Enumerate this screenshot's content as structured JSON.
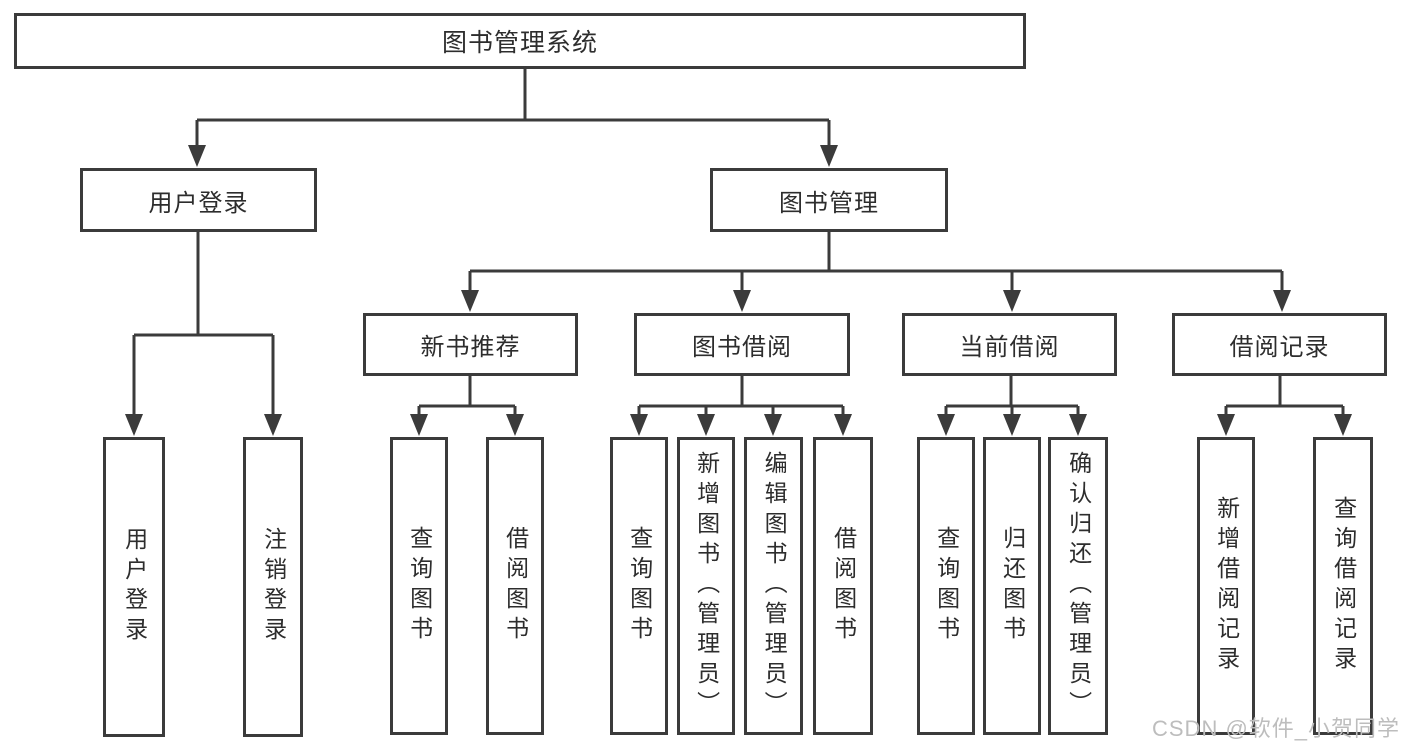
{
  "colors": {
    "line": "#3b3b3b",
    "text": "#2d2d2d",
    "background": "#ffffff",
    "watermark": "#bdbdbd"
  },
  "watermark": "CSDN @软件_小贺同学",
  "tree": {
    "root": "图书管理系统",
    "children": [
      {
        "label": "用户登录",
        "children": [
          {
            "label": "用户登录"
          },
          {
            "label": "注销登录"
          }
        ]
      },
      {
        "label": "图书管理",
        "children": [
          {
            "label": "新书推荐",
            "children": [
              {
                "label": "查询图书"
              },
              {
                "label": "借阅图书"
              }
            ]
          },
          {
            "label": "图书借阅",
            "children": [
              {
                "label": "查询图书"
              },
              {
                "label": "新增图书（管理员）"
              },
              {
                "label": "编辑图书（管理员）"
              },
              {
                "label": "借阅图书"
              }
            ]
          },
          {
            "label": "当前借阅",
            "children": [
              {
                "label": "查询图书"
              },
              {
                "label": "归还图书"
              },
              {
                "label": "确认归还（管理员）"
              }
            ]
          },
          {
            "label": "借阅记录",
            "children": [
              {
                "label": "新增借阅记录"
              },
              {
                "label": "查询借阅记录"
              }
            ]
          }
        ]
      }
    ]
  }
}
